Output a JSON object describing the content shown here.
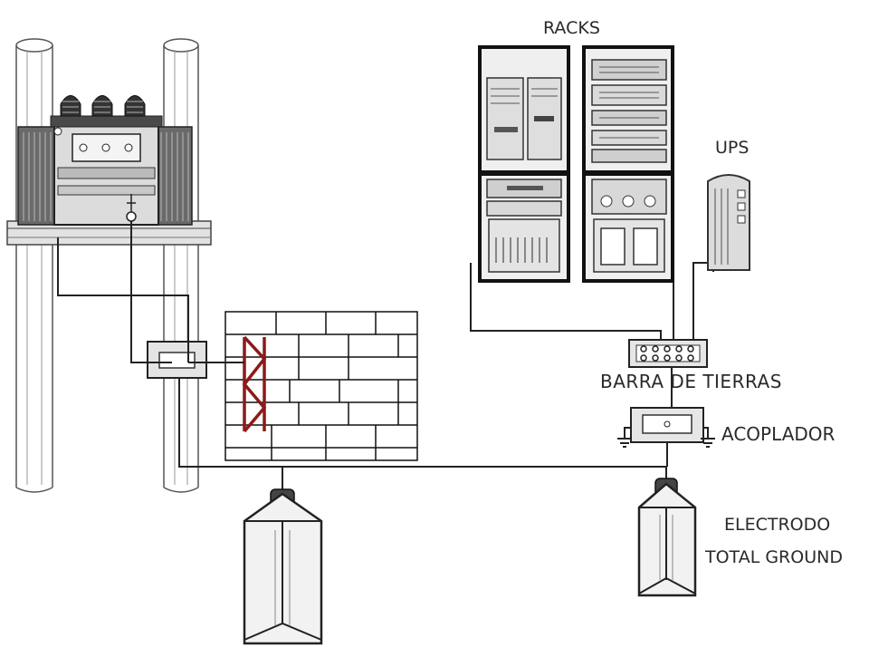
{
  "labels": {
    "racks": "RACKS",
    "ups": "UPS",
    "barra": "BARRA DE TIERRAS",
    "acoplador": "ACOPLADOR",
    "electrodo_line1": "ELECTRODO",
    "electrodo_line2": "TOTAL GROUND"
  }
}
